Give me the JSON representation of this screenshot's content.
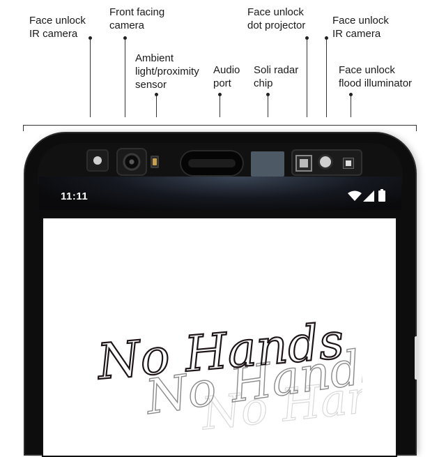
{
  "labels": {
    "ir_camera_left": [
      "Face unlock",
      "IR camera"
    ],
    "front_camera": [
      "Front facing",
      "camera"
    ],
    "ambient_sensor": [
      "Ambient",
      "light/proximity",
      "sensor"
    ],
    "audio_port": [
      "Audio",
      "port"
    ],
    "soli_chip": [
      "Soli radar",
      "chip"
    ],
    "dot_projector": [
      "Face unlock",
      "dot projector"
    ],
    "ir_camera_right": [
      "Face unlock",
      "IR camera"
    ],
    "flood_illuminator": [
      "Face unlock",
      "flood illuminator"
    ]
  },
  "status_bar": {
    "time": "11:11",
    "icons": [
      "wifi-icon",
      "cellular-signal-icon",
      "battery-icon"
    ]
  },
  "screen_text": "No Hands",
  "colors": {
    "phone_body": "#0d0d0d",
    "soli_chip": "#4d5a66",
    "screen": "#ffffff"
  }
}
